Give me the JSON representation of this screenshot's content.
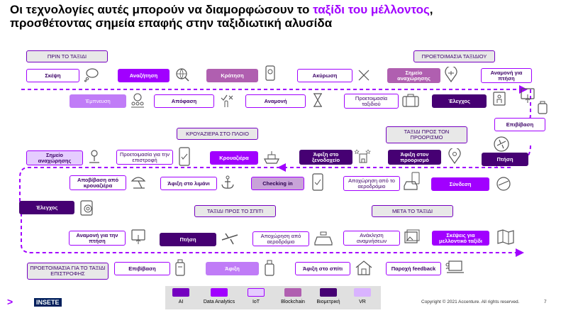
{
  "title": {
    "line1_start": "Οι τεχνολογίες αυτές μπορούν να διαμορφώσουν το ",
    "line1_highlight": "ταξίδι του μέλλοντος",
    "line1_end": ",",
    "line2": "προσθέτοντας σημεία επαφής στην ταξιδιωτική αλυσίδα"
  },
  "phases": {
    "before_trip": "ΠΡΙΝ ΤΟ ΤΑΞΙΔΙ",
    "trip_prep": "ΠΡΟΕΤΟΙΜΑΣΙΑ ΤΑΞΙΔΙΟΥ",
    "cruise": "ΚΡΟΥΑΖΙΕΡΑ ΣΤΟ ΠΛΟΙΟ",
    "trip_to_dest": "ΤΑΞΙΔΙ ΠΡΟΣ ΤΟΝ ΠΡΟΟΡΙΣΜΟ",
    "trip_home": "ΤΑΞΙΔΙ ΠΡΟΣ ΤΟ ΣΠΙΤΙ",
    "after_trip": "ΜΕΤΑ ΤΟ ΤΑΞΙΔΙ",
    "return_prep": "ΠΡΟΕΤΟΙΜΑΣΙΑ ΓΙΑ ΤΟ ΤΑΞΙΔΙ ΕΠΙΣΤΡΟΦΗΣ"
  },
  "steps": {
    "thought": "Σκέψη",
    "search": "Αναζήτηση",
    "booking": "Κράτηση",
    "cancel": "Ακύρωση",
    "meeting_point_1": "Σημείο αναχώρησης",
    "wait_flight_1": "Αναμονή για πτήση",
    "inspiration": "Έμπνευση",
    "decision": "Απόφαση",
    "wait": "Αναμονή",
    "trip_prep_step": "Προετοιμασία ταξιδιού",
    "check_1": "Έλεγχος",
    "boarding_1": "Επιβίβαση",
    "meeting_point_2": "Σημείο αναχώρησης",
    "return_prep_step": "Προετοιμασία για την επιστροφή",
    "cruise_step": "Κρουαζιέρα",
    "arrival_hotel": "Άφιξη στο ξενοδοχείο",
    "arrival_dest": "Άφιξη στον προορισμό",
    "flight_1": "Πτήση",
    "disembark": "Αποβίβαση από κρουαζιέρα",
    "arrive_port": "Άφιξη στο λιμάνι",
    "checkin": "Checking in",
    "depart_airport_1": "Αποχώρηση από το αεροδρόμιο",
    "connection": "Σύνδεση",
    "check_2": "Έλεγχος",
    "wait_flight_2": "Αναμονή για την πτήση",
    "flight_2": "Πτήση",
    "depart_airport_2": "Αποχώρηση από αεροδρόμιο",
    "recall_memories": "Ανάκληση αναμνήσεων",
    "thoughts_future": "Σκέψεις για μελλοντικό ταξίδι",
    "boarding_2": "Επιβίβαση",
    "arrival": "Άφιξη",
    "arrive_home": "Άφιξη στο σπίτι",
    "feedback": "Παροχή feedback"
  },
  "legend": [
    {
      "label": "AI",
      "color": "#7500c0"
    },
    {
      "label": "Data Analytics",
      "color": "#a100ff"
    },
    {
      "label": "IoT",
      "color": "#e5ccff"
    },
    {
      "label": "Blockchain",
      "color": "#b05fb0"
    },
    {
      "label": "Βιομετρική",
      "color": "#460073"
    },
    {
      "label": "VR",
      "color": "#d9b3ff"
    }
  ],
  "footer": {
    "logo": "INSETE",
    "copyright": "Copyright © 2021 Accenture. All rights reserved.",
    "page": "7"
  },
  "colors": {
    "accent": "#a100ff",
    "dark_purple": "#460073",
    "magenta": "#b05fb0",
    "light_purple": "#e5ccff"
  }
}
